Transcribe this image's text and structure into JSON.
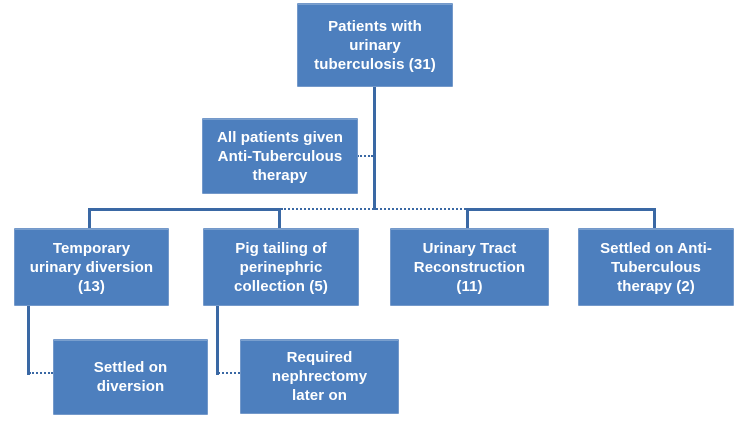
{
  "diagram": {
    "type": "flowchart",
    "background_color": "#ffffff",
    "box_fill_color": "#4d7fbe",
    "box_border_color": "#7499ca",
    "connector_color": "#3a68a4",
    "text_color": "#ffffff",
    "nodes": {
      "root": "Patients with\nurinary\ntuberculosis  (31)",
      "therapy": "All patients given\nAnti-Tuberculous\ntherapy",
      "branch1": "Temporary\nurinary diversion\n(13)",
      "branch2": "Pig tailing of\nperinephric\ncollection (5)",
      "branch3": "Urinary Tract\nReconstruction\n(11)",
      "branch4": "Settled on Anti-\nTuberculous\ntherapy (2)",
      "leaf1": "Settled on\ndiversion",
      "leaf2": "Required\nnephrectomy\nlater on"
    },
    "counts": {
      "total_patients": 31,
      "temporary_urinary_diversion": 13,
      "pig_tailing_perinephric_collection": 5,
      "urinary_tract_reconstruction": 11,
      "settled_on_anti_tuberculous_therapy": 2
    }
  }
}
